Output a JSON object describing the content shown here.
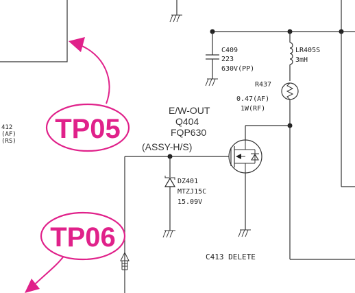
{
  "colors": {
    "test_point": "#e0218a",
    "wire": "#333333",
    "background": "#ffffff"
  },
  "test_points": [
    {
      "label": "TP05"
    },
    {
      "label": "TP06"
    }
  ],
  "transistor": {
    "function": "E/W-OUT",
    "ref": "Q404",
    "part": "FQP630",
    "note": "(ASSY-H/S)"
  },
  "capacitor_c409": {
    "ref": "C409",
    "value": "223",
    "rating": "630V(PP)"
  },
  "inductor_lr405s": {
    "ref": "LR405S",
    "value": "3mH"
  },
  "resistor_r437": {
    "ref": "R437",
    "value": "0.47(AF)",
    "rating": "1W(RF)"
  },
  "zener_dz401": {
    "ref": "DZ401",
    "part": "MTZJ15C",
    "voltage": "15.09V"
  },
  "note_c413": "C413 DELETE",
  "cut_off_label": {
    "line1": "412",
    "line2": "(AF)",
    "line3": "(RS)"
  }
}
